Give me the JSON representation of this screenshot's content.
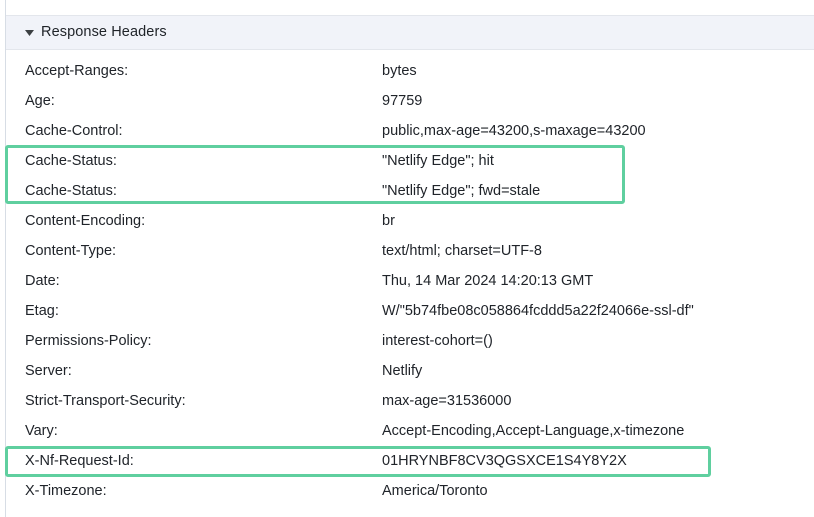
{
  "section": {
    "title": "Response Headers",
    "disclosure_icon": "triangle-down-icon",
    "expanded": true
  },
  "colors": {
    "highlight": "#5fcf9f",
    "header_bar_bg": "#f1f3f9",
    "panel_bg": "#ffffff",
    "text": "#20242a",
    "divider": "#e3e6ec"
  },
  "headers": [
    {
      "name": "Accept-Ranges:",
      "value": "bytes",
      "highlighted": false
    },
    {
      "name": "Age:",
      "value": "97759",
      "highlighted": false
    },
    {
      "name": "Cache-Control:",
      "value": "public,max-age=43200,s-maxage=43200",
      "highlighted": false
    },
    {
      "name": "Cache-Status:",
      "value": "\"Netlify Edge\"; hit",
      "highlighted": true
    },
    {
      "name": "Cache-Status:",
      "value": "\"Netlify Edge\"; fwd=stale",
      "highlighted": true
    },
    {
      "name": "Content-Encoding:",
      "value": "br",
      "highlighted": false
    },
    {
      "name": "Content-Type:",
      "value": "text/html; charset=UTF-8",
      "highlighted": false
    },
    {
      "name": "Date:",
      "value": "Thu, 14 Mar 2024 14:20:13 GMT",
      "highlighted": false
    },
    {
      "name": "Etag:",
      "value": "W/\"5b74fbe08c058864fcddd5a22f24066e-ssl-df\"",
      "highlighted": false
    },
    {
      "name": "Permissions-Policy:",
      "value": "interest-cohort=()",
      "highlighted": false
    },
    {
      "name": "Server:",
      "value": "Netlify",
      "highlighted": false
    },
    {
      "name": "Strict-Transport-Security:",
      "value": "max-age=31536000",
      "highlighted": false
    },
    {
      "name": "Vary:",
      "value": "Accept-Encoding,Accept-Language,x-timezone",
      "highlighted": false
    },
    {
      "name": "X-Nf-Request-Id:",
      "value": "01HRYNBF8CV3QGSXCE1S4Y8Y2X",
      "highlighted": true
    },
    {
      "name": "X-Timezone:",
      "value": "America/Toronto",
      "highlighted": false
    }
  ],
  "annotations": [
    {
      "label": "cache-status-highlight",
      "target": "Cache-Status rows"
    },
    {
      "label": "request-id-highlight",
      "target": "X-Nf-Request-Id row"
    }
  ]
}
